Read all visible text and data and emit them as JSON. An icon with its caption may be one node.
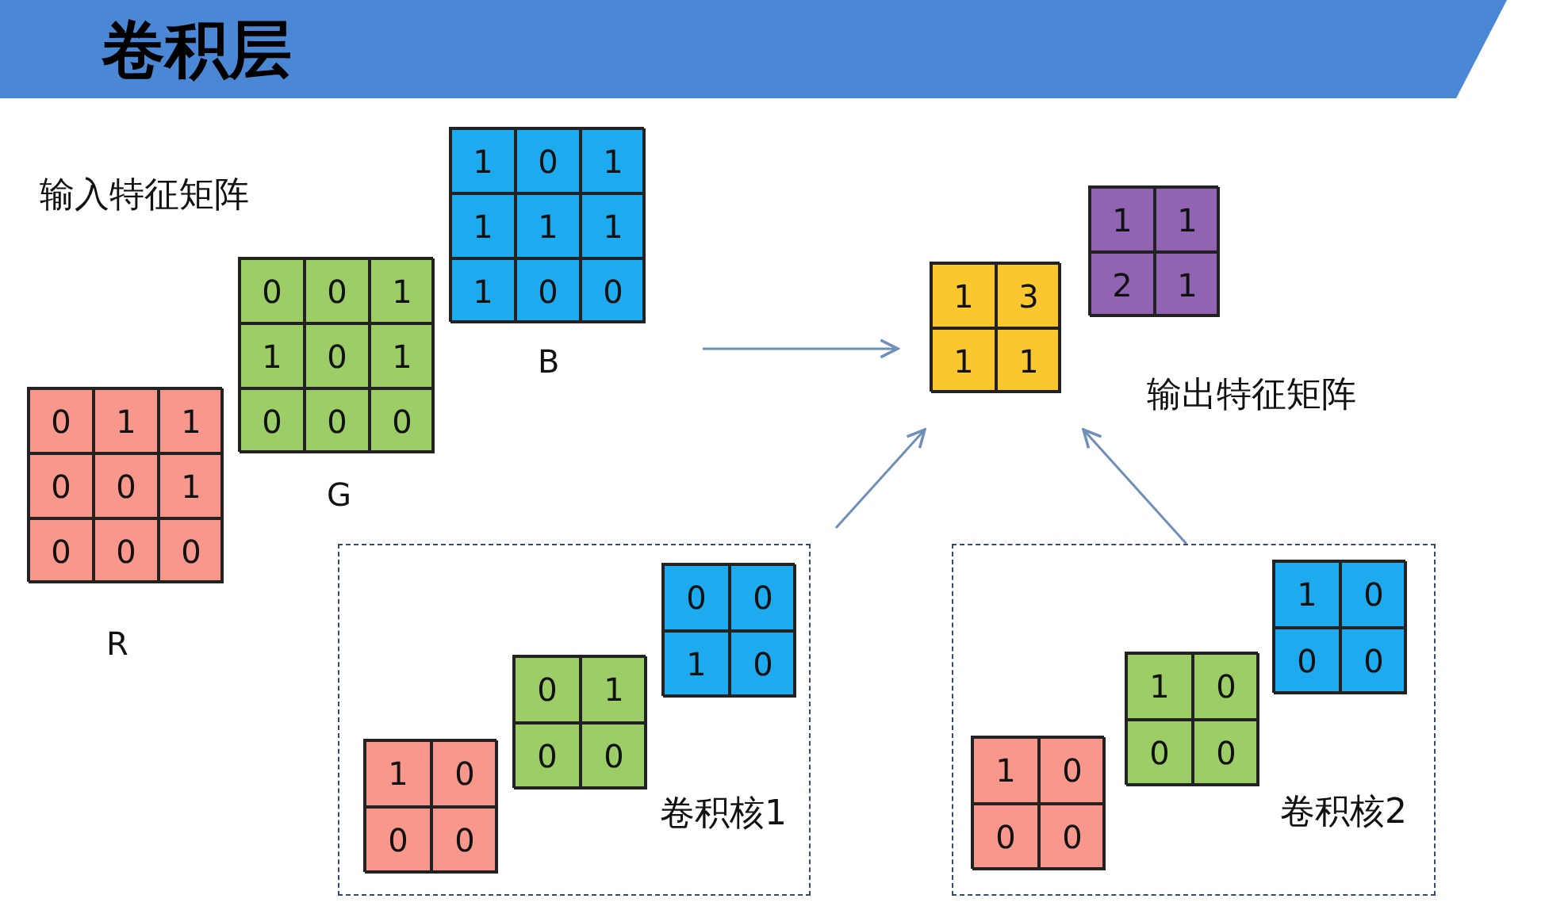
{
  "diagram": {
    "title": "卷积层",
    "nodes": [
      {
        "text": [
          "1",
          "0",
          "1",
          "1",
          "1",
          "1",
          "1",
          "0",
          "0"
        ],
        "beside": [
          "B"
        ]
      },
      {
        "text": [
          "0",
          "0",
          "1",
          "1",
          "0",
          "1",
          "0",
          "0",
          "0"
        ],
        "beside": [
          "G"
        ]
      },
      {
        "text": [
          "0",
          "1",
          "1",
          "0",
          "0",
          "1",
          "0",
          "0",
          "0"
        ],
        "beside": [
          "R"
        ]
      },
      {
        "text": [
          "1",
          "3",
          "1",
          "1"
        ]
      },
      {
        "text": [
          "1",
          "1",
          "2",
          "1"
        ]
      },
      {
        "text": [
          "卷积核1"
        ]
      },
      {
        "text": [
          "0",
          "0",
          "1",
          "0"
        ],
        "in": 5
      },
      {
        "text": [
          "0",
          "1",
          "0",
          "0"
        ],
        "in": 5
      },
      {
        "text": [
          "1",
          "0",
          "0",
          "0"
        ],
        "in": 5
      },
      {
        "text": [
          "卷积核2"
        ]
      },
      {
        "text": [
          "1",
          "0",
          "0",
          "0"
        ],
        "in": 9
      },
      {
        "text": [
          "1",
          "0",
          "0",
          "0"
        ],
        "in": 9
      },
      {
        "text": [
          "1",
          "0",
          "0",
          "0"
        ],
        "in": 9
      }
    ],
    "edges": [
      {
        "from": null,
        "to": 3,
        "arrow": "to"
      },
      {
        "from": 5,
        "to": 3,
        "arrow": "to"
      },
      {
        "from": 9,
        "to": 3,
        "arrow": "to"
      }
    ],
    "labels": [
      "输入特征矩阵",
      "输出特征矩阵"
    ]
  }
}
